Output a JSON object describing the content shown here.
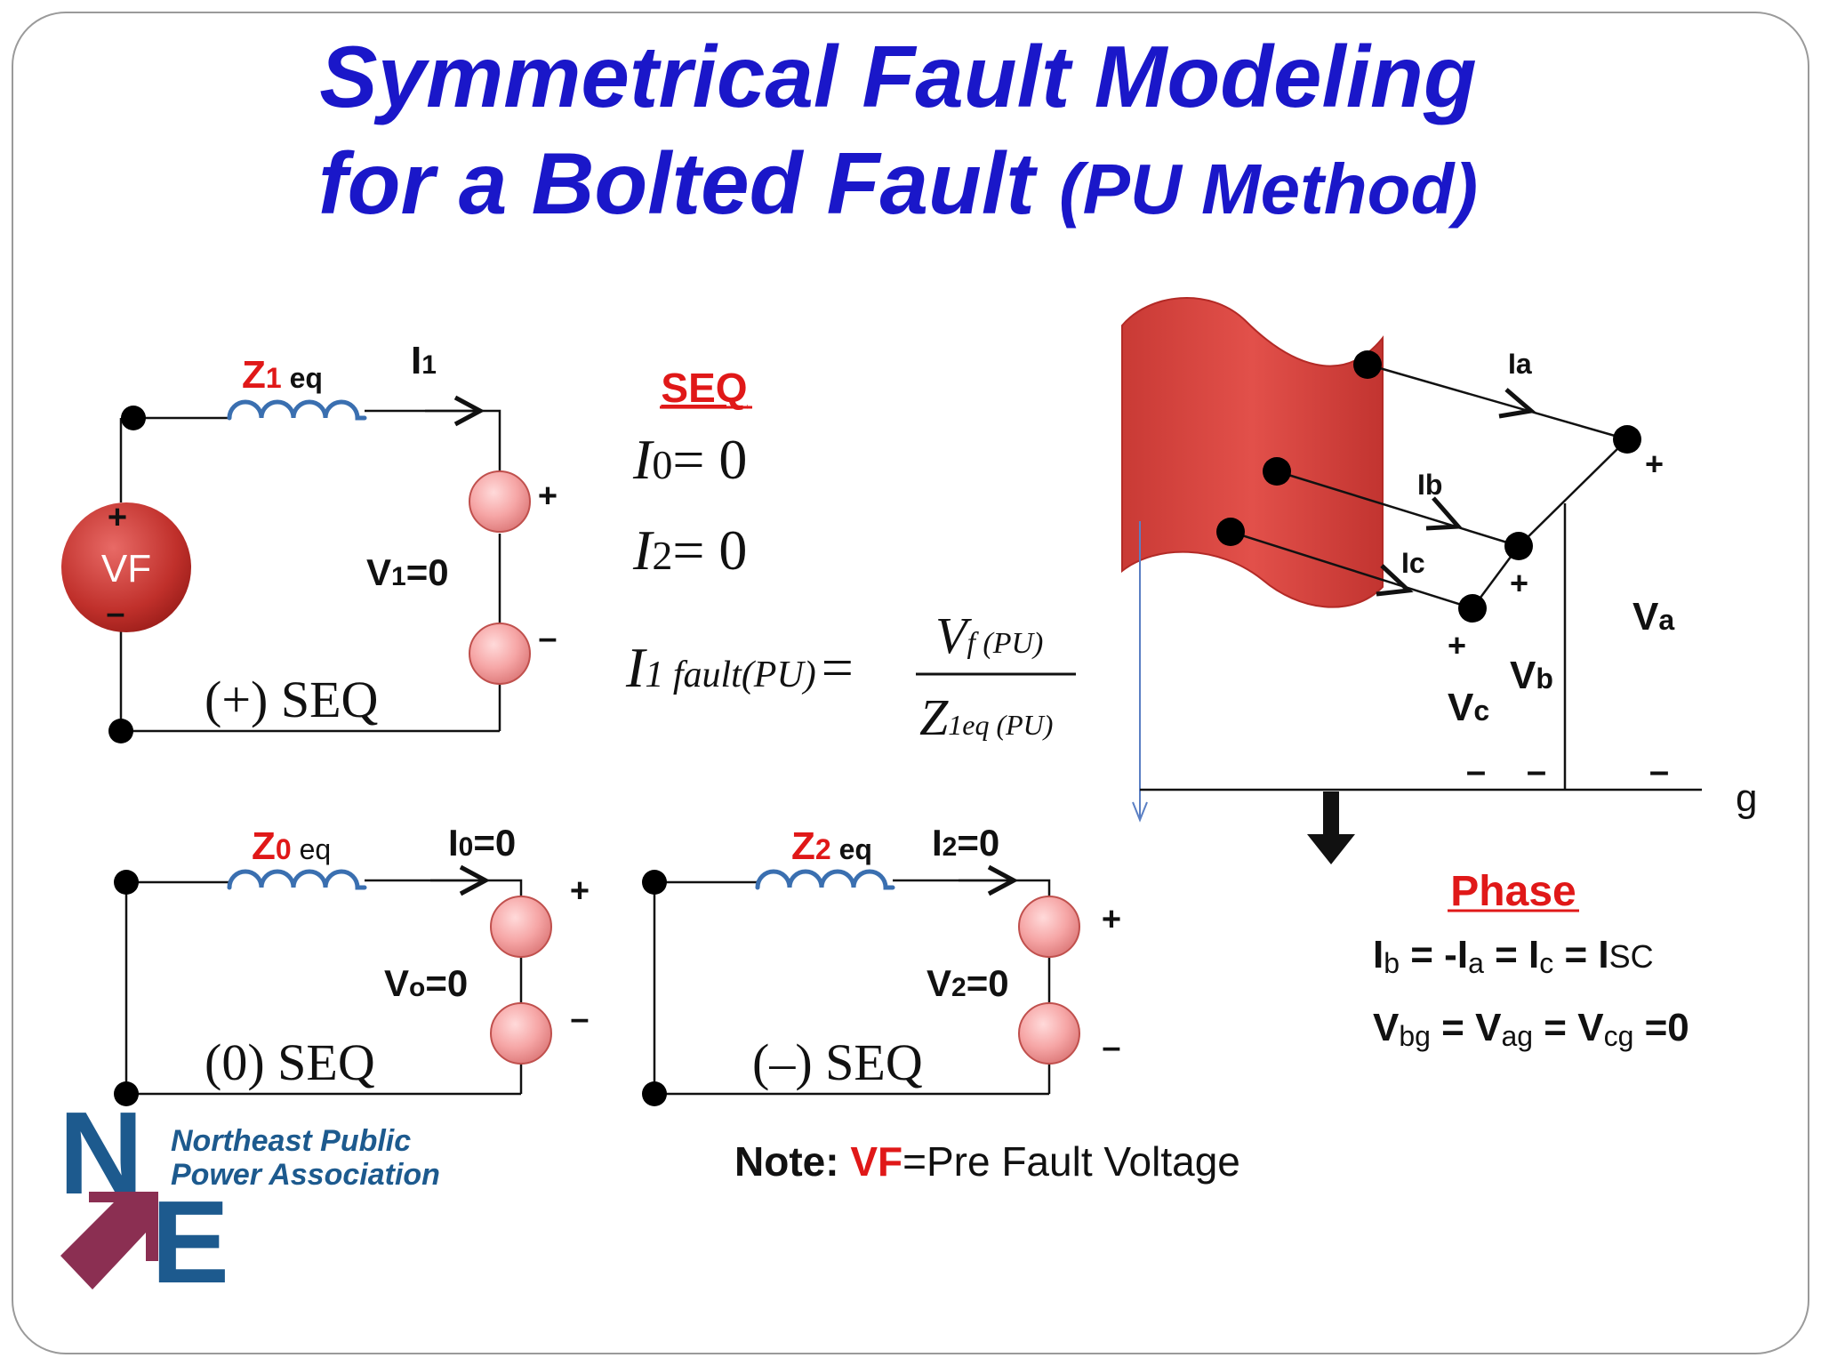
{
  "title": {
    "line1": "Symmetrical Fault Modeling",
    "line2_main": "for a Bolted Fault ",
    "line2_paren": "(PU Method)"
  },
  "positive_seq": {
    "z_main": "Z",
    "z_sub": "1",
    "z_eq": " eq",
    "i_main": "I",
    "i_sub": "1",
    "v_main": "V",
    "v_sub": "1",
    "v_val": "=0",
    "source": "VF",
    "src_plus": "+",
    "src_minus": "–",
    "plus": "+",
    "minus": "–",
    "label": "(+) SEQ"
  },
  "zero_seq": {
    "z_main": "Z",
    "z_sub": "0",
    "z_eq": " eq",
    "i_main": "I",
    "i_sub": "0",
    "i_val": "=0",
    "v_main": "V",
    "v_sub": "o",
    "v_val": "=0",
    "plus": "+",
    "minus": "–",
    "label": "(0) SEQ"
  },
  "negative_seq": {
    "z_main": "Z",
    "z_sub": "2",
    "z_eq": " eq",
    "i_main": "I",
    "i_sub": "2",
    "i_val": "=0",
    "v_main": "V",
    "v_sub": "2",
    "v_val": "=0",
    "plus": "+",
    "minus": "–",
    "label": "(–) SEQ"
  },
  "seq_equations": {
    "heading": "SEQ",
    "eq1_i": "I",
    "eq1_sub": "0",
    "eq1_rhs": "= 0",
    "eq2_i": "I",
    "eq2_sub": "2",
    "eq2_rhs": "= 0",
    "fault_i": "I",
    "fault_sub": "1 fault(PU)",
    "fault_eq": "=",
    "num_main": "V",
    "num_sub": "f (PU)",
    "den_main": "Z",
    "den_sub": "1eq (PU)"
  },
  "phase_diagram": {
    "ia": "Ia",
    "ib": "Ib",
    "ic": "Ic",
    "va_main": "V",
    "va_sub": "a",
    "vb_main": "V",
    "vb_sub": "b",
    "vc_main": "V",
    "vc_sub": "c",
    "plus": "+",
    "minus": "–",
    "ground": "g"
  },
  "phase_equations": {
    "heading": "Phase",
    "eq1": [
      {
        "t": "I",
        "k": "b"
      },
      {
        "t": "b",
        "k": "s"
      },
      {
        "t": " = -",
        "k": "b"
      },
      {
        "t": "I",
        "k": "b"
      },
      {
        "t": "a",
        "k": "s"
      },
      {
        "t": " = ",
        "k": "b"
      },
      {
        "t": "I",
        "k": "b"
      },
      {
        "t": "c",
        "k": "s"
      },
      {
        "t": " = ",
        "k": "b"
      },
      {
        "t": "I",
        "k": "b"
      },
      {
        "t": "SC",
        "k": "n"
      }
    ],
    "eq2": [
      {
        "t": "V",
        "k": "b"
      },
      {
        "t": "bg",
        "k": "s"
      },
      {
        "t": " = ",
        "k": "b"
      },
      {
        "t": "V",
        "k": "b"
      },
      {
        "t": "ag",
        "k": "s"
      },
      {
        "t": " = ",
        "k": "b"
      },
      {
        "t": "V",
        "k": "b"
      },
      {
        "t": "cg",
        "k": "s"
      },
      {
        "t": " =0",
        "k": "b"
      }
    ]
  },
  "note": {
    "prefix": "Note: ",
    "vf": "VF",
    "rest": "=Pre Fault Voltage"
  },
  "logo": {
    "n": "N",
    "e": "E",
    "line1": "Northeast Public",
    "line2": "Power Association"
  },
  "colors": {
    "title": "#1a17c9",
    "red_label": "#e01818",
    "coil": "#3a6fb0",
    "bus": "#d9413c",
    "logo_blue": "#1d5a8e",
    "logo_maroon": "#8b2f52"
  }
}
